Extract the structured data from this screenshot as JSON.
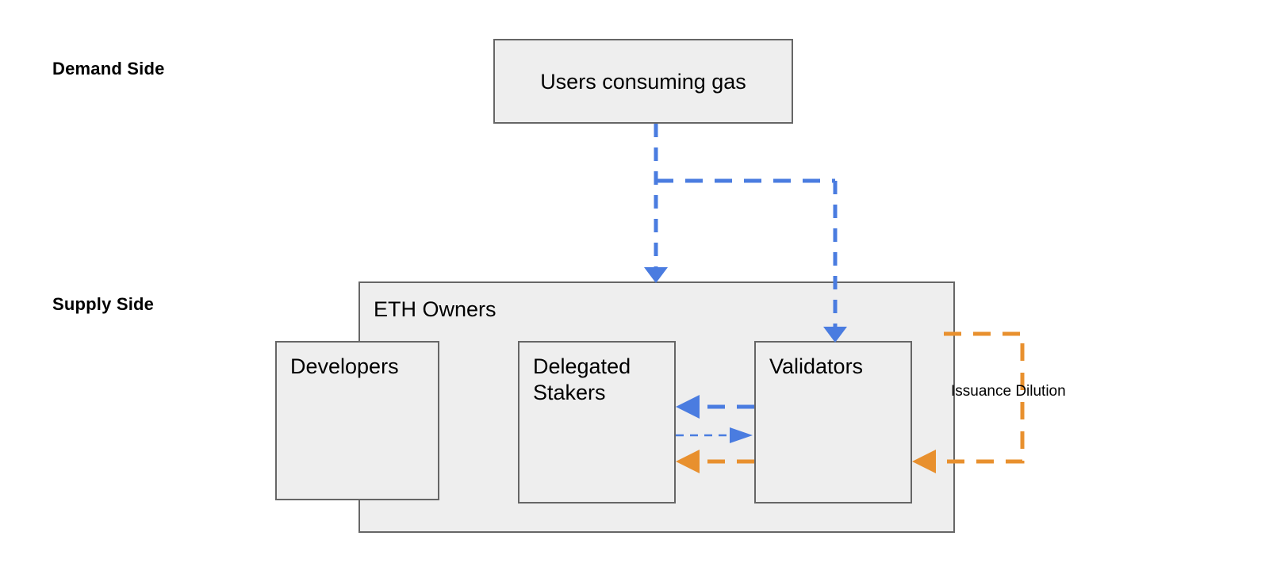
{
  "diagram": {
    "title": "ETH supply and demand flow diagram",
    "background_color": "#ffffff",
    "node_fill": "#eeeeee",
    "node_stroke": "#666666",
    "flow_blue": "#4a7ce0",
    "flow_orange": "#e8902e",
    "side_labels": [
      {
        "id": "demand",
        "text": "Demand Side"
      },
      {
        "id": "supply",
        "text": "Supply Side"
      }
    ],
    "nodes": [
      {
        "id": "users",
        "label": "Users consuming gas"
      },
      {
        "id": "eth-owners",
        "label": "ETH Owners"
      },
      {
        "id": "developers",
        "label": "Developers"
      },
      {
        "id": "delegated-stakers",
        "label": "Delegated\nStakers"
      },
      {
        "id": "validators",
        "label": "Validators"
      }
    ],
    "edge_labels": [
      {
        "id": "issuance-dilution",
        "text": "Issuance Dilution"
      }
    ],
    "edges": [
      {
        "id": "users-to-eth-owners",
        "from": "users",
        "to": "eth-owners",
        "color": "#4a7ce0",
        "style": "dashed",
        "arrow": "down"
      },
      {
        "id": "users-to-validators",
        "from": "users",
        "to": "validators",
        "color": "#4a7ce0",
        "style": "dashed",
        "arrow": "down"
      },
      {
        "id": "validators-to-stakers-rewards",
        "from": "validators",
        "to": "delegated-stakers",
        "color": "#4a7ce0",
        "style": "dashed",
        "arrow": "left"
      },
      {
        "id": "stakers-to-validators-delegation",
        "from": "delegated-stakers",
        "to": "validators",
        "color": "#4a7ce0",
        "style": "dashed-thin",
        "arrow": "right"
      },
      {
        "id": "validators-to-stakers-issuance",
        "from": "validators",
        "to": "delegated-stakers",
        "color": "#e8902e",
        "style": "dashed",
        "arrow": "left"
      },
      {
        "id": "issuance-dilution-loop",
        "from": "eth-owners",
        "to": "validators",
        "color": "#e8902e",
        "style": "dashed",
        "arrow": "left"
      }
    ]
  }
}
